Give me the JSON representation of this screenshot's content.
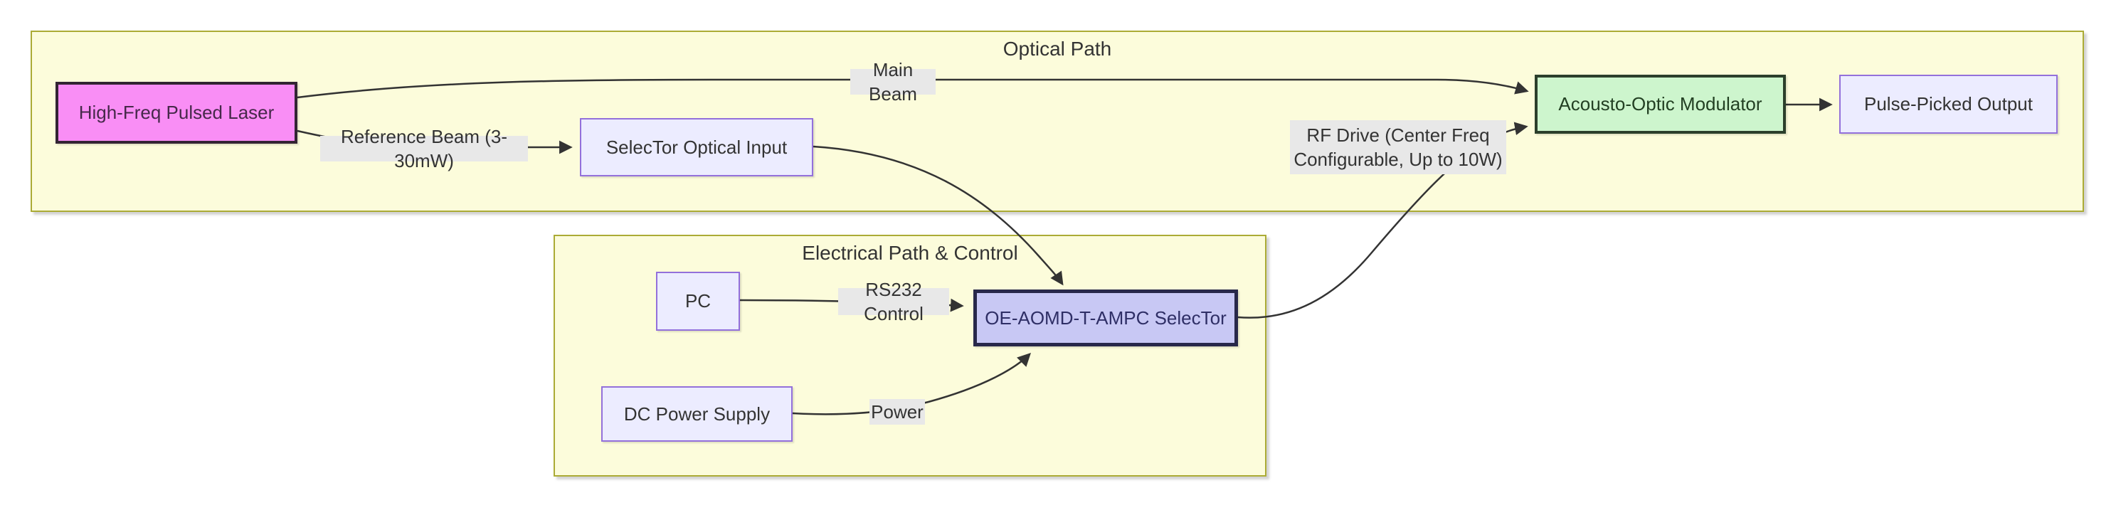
{
  "diagram": {
    "type": "flowchart",
    "groups": [
      {
        "id": "optical",
        "title": "Optical Path"
      },
      {
        "id": "electrical",
        "title": "Electrical Path & Control"
      }
    ],
    "nodes": [
      {
        "id": "laser",
        "label": "High-Freq Pulsed Laser",
        "style": "pink"
      },
      {
        "id": "selector_input",
        "label": "SelecTor Optical Input",
        "style": "lavender"
      },
      {
        "id": "aom",
        "label": "Acousto-Optic Modulator",
        "style": "green"
      },
      {
        "id": "output",
        "label": "Pulse-Picked Output",
        "style": "lavender"
      },
      {
        "id": "pc",
        "label": "PC",
        "style": "lavender"
      },
      {
        "id": "selector_main",
        "label": "OE-AOMD-T-AMPC SelecTor",
        "style": "purple"
      },
      {
        "id": "dc",
        "label": "DC Power Supply",
        "style": "lavender"
      }
    ],
    "edges": [
      {
        "from": "High-Freq Pulsed Laser",
        "to": "Acousto-Optic Modulator",
        "label": "Main Beam"
      },
      {
        "from": "High-Freq Pulsed Laser",
        "to": "SelecTor Optical Input",
        "label": "Reference Beam (3-30mW)"
      },
      {
        "from": "SelecTor Optical Input",
        "to": "OE-AOMD-T-AMPC SelecTor",
        "label": ""
      },
      {
        "from": "PC",
        "to": "OE-AOMD-T-AMPC SelecTor",
        "label": "RS232 Control"
      },
      {
        "from": "DC Power Supply",
        "to": "OE-AOMD-T-AMPC SelecTor",
        "label": "Power"
      },
      {
        "from": "OE-AOMD-T-AMPC SelecTor",
        "to": "Acousto-Optic Modulator",
        "label": "RF Drive (Center Freq Configurable, Up to 10W)"
      },
      {
        "from": "Acousto-Optic Modulator",
        "to": "Pulse-Picked Output",
        "label": ""
      }
    ],
    "edge_labels": [
      {
        "id": "main_beam",
        "label": "Main Beam"
      },
      {
        "id": "ref_beam",
        "label": "Reference Beam (3-30mW)"
      },
      {
        "id": "rf_drive",
        "label": "RF Drive (Center Freq Configurable, Up to 10W)",
        "lines": [
          "RF Drive (Center Freq",
          "Configurable, Up to 10W)"
        ]
      },
      {
        "id": "rs232",
        "label": "RS232 Control"
      },
      {
        "id": "power",
        "label": "Power"
      }
    ],
    "colors": {
      "group_fill": "#fcfcdb",
      "group_border": "#abab35",
      "node_fill": "#ECECFF",
      "node_border": "#9370DB",
      "laser_fill": "#f98ef5",
      "laser_border": "#332433",
      "aom_fill": "#cdf5cd",
      "aom_border": "#2b3f2b",
      "selector_fill": "#c8c8f4",
      "selector_border": "#28284a",
      "edge_stroke": "#333333",
      "edge_label_bg": "#e8e8e8",
      "text": "#333333",
      "background": "#ffffff"
    }
  }
}
